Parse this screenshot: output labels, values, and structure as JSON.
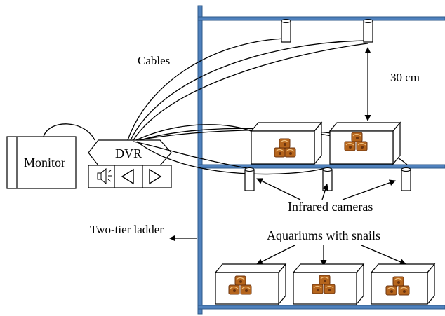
{
  "labels": {
    "monitor": "Monitor",
    "dvr": "DVR",
    "cables": "Cables",
    "distance": "30 cm",
    "cameras": "Infrared cameras",
    "ladder": "Two-tier ladder",
    "aquariums": "Aquariums with snails"
  },
  "colors": {
    "ladder_frame": "#4f81bd",
    "ladder_frame_edge": "#2f5a8a",
    "snail_shell": "#b5651d",
    "snail_shell_dark": "#6b3410",
    "line": "#000000",
    "background": "#ffffff"
  },
  "icons": {
    "dvr_speaker": "speaker-icon",
    "dvr_rewind": "rewind-icon",
    "dvr_play": "play-icon"
  }
}
